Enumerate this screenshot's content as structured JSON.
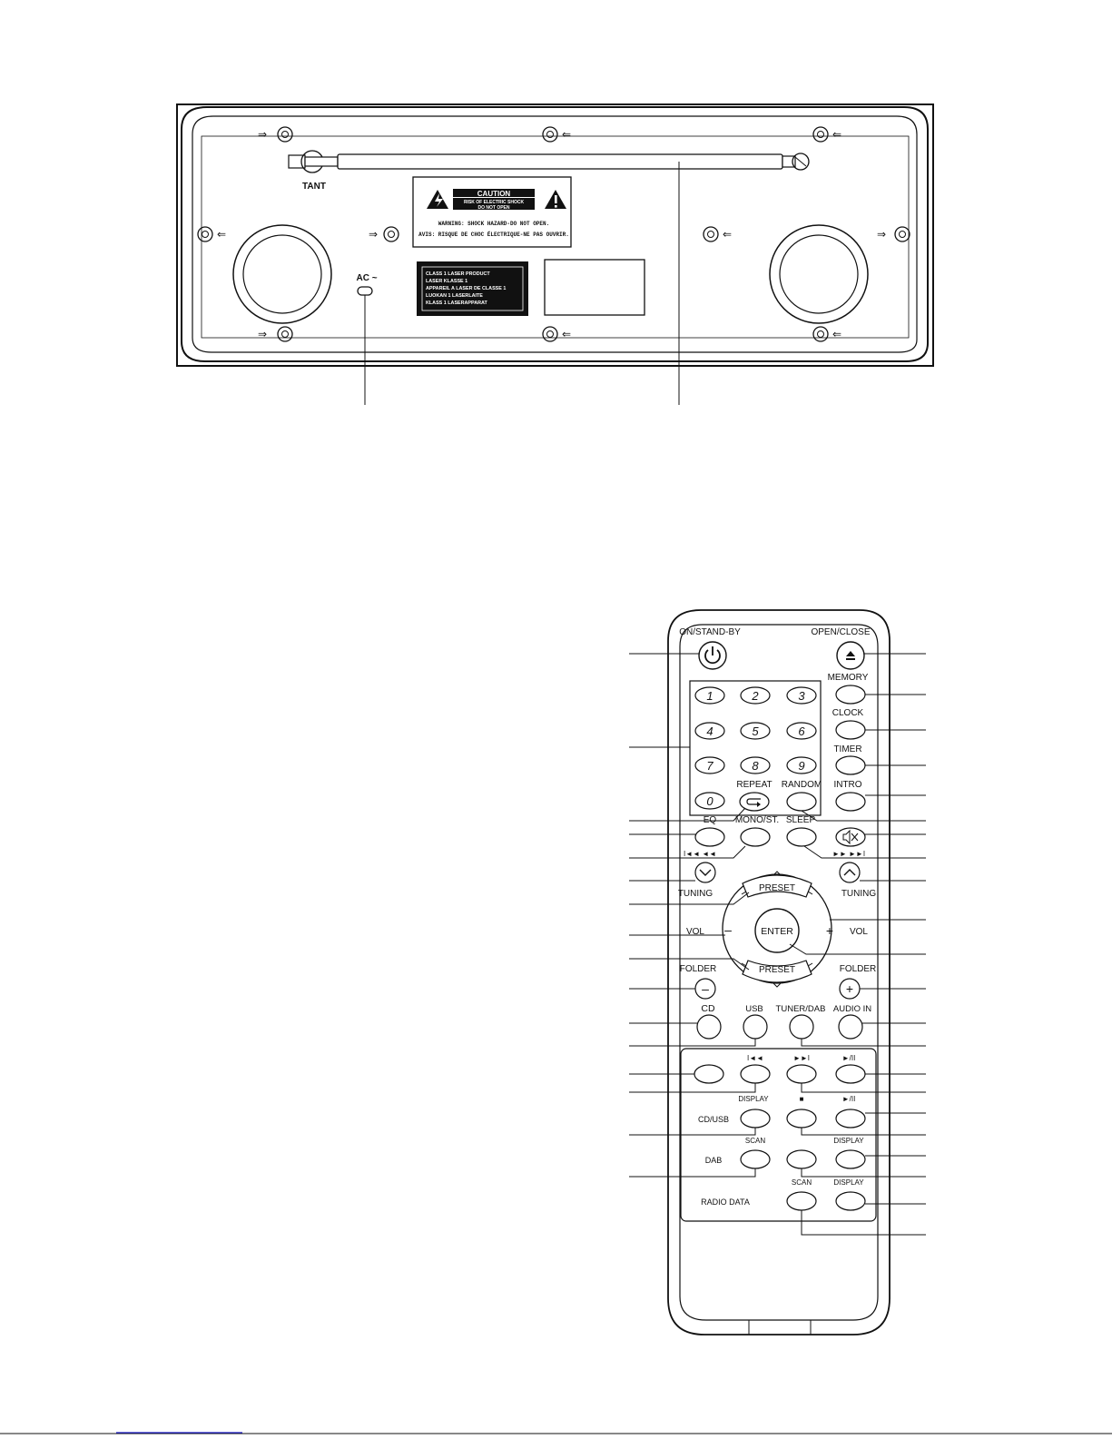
{
  "back_panel": {
    "antenna_label": "TANT",
    "ac_label": "AC ~",
    "caution": {
      "title": "CAUTION",
      "line1": "RISK OF ELECTRIC SHOCK",
      "line2": "DO NOT OPEN",
      "warning": "WARNING: SHOCK HAZARD-DO NOT OPEN.",
      "avis": "AVIS: RISQUE DE CHOC ÉLECTRIQUE-NE PAS OUVRIR."
    },
    "laser_label": [
      "CLASS 1 LASER PRODUCT",
      "LASER KLASSE 1",
      "APPAREIL A LASER DE CLASSE 1",
      "LUOKAN 1 LASERLAITE",
      "KLASS 1 LASERAPPARAT"
    ]
  },
  "remote": {
    "on_standby": "ON/STAND-BY",
    "open_close": "OPEN/CLOSE",
    "digits": [
      "1",
      "2",
      "3",
      "4",
      "5",
      "6",
      "7",
      "8",
      "9",
      "0"
    ],
    "memory": "MEMORY",
    "clock": "CLOCK",
    "timer": "TIMER",
    "intro": "INTRO",
    "repeat": "REPEAT",
    "random": "RANDOM",
    "eq": "EQ",
    "mono_st": "MONO/ST.",
    "sleep": "SLEEP",
    "tuning_left": "TUNING",
    "tuning_right": "TUNING",
    "preset_top": "PRESET",
    "preset_bottom": "PRESET",
    "vol_left": "VOL",
    "vol_right": "VOL",
    "vol_minus": "–",
    "vol_plus": "+",
    "enter": "ENTER",
    "folder_left": "FOLDER",
    "folder_right": "FOLDER",
    "folder_minus": "–",
    "folder_plus": "+",
    "cd": "CD",
    "usb": "USB",
    "tuner_dab": "TUNER/DAB",
    "audio_in": "AUDIO IN",
    "prev_symbol": "I◄◄",
    "next_symbol": "►►I",
    "play_pause_1": "►/II",
    "display_1": "DISPLAY",
    "stop_symbol": "■",
    "play_pause_2": "►/II",
    "cd_usb": "CD/USB",
    "scan_1": "SCAN",
    "display_2": "DISPLAY",
    "dab": "DAB",
    "scan_2": "SCAN",
    "display_3": "DISPLAY",
    "radio_data": "RADIO DATA",
    "rewind_symbols": "I◄◄ ◄◄",
    "forward_symbols": "►► ►►I"
  }
}
